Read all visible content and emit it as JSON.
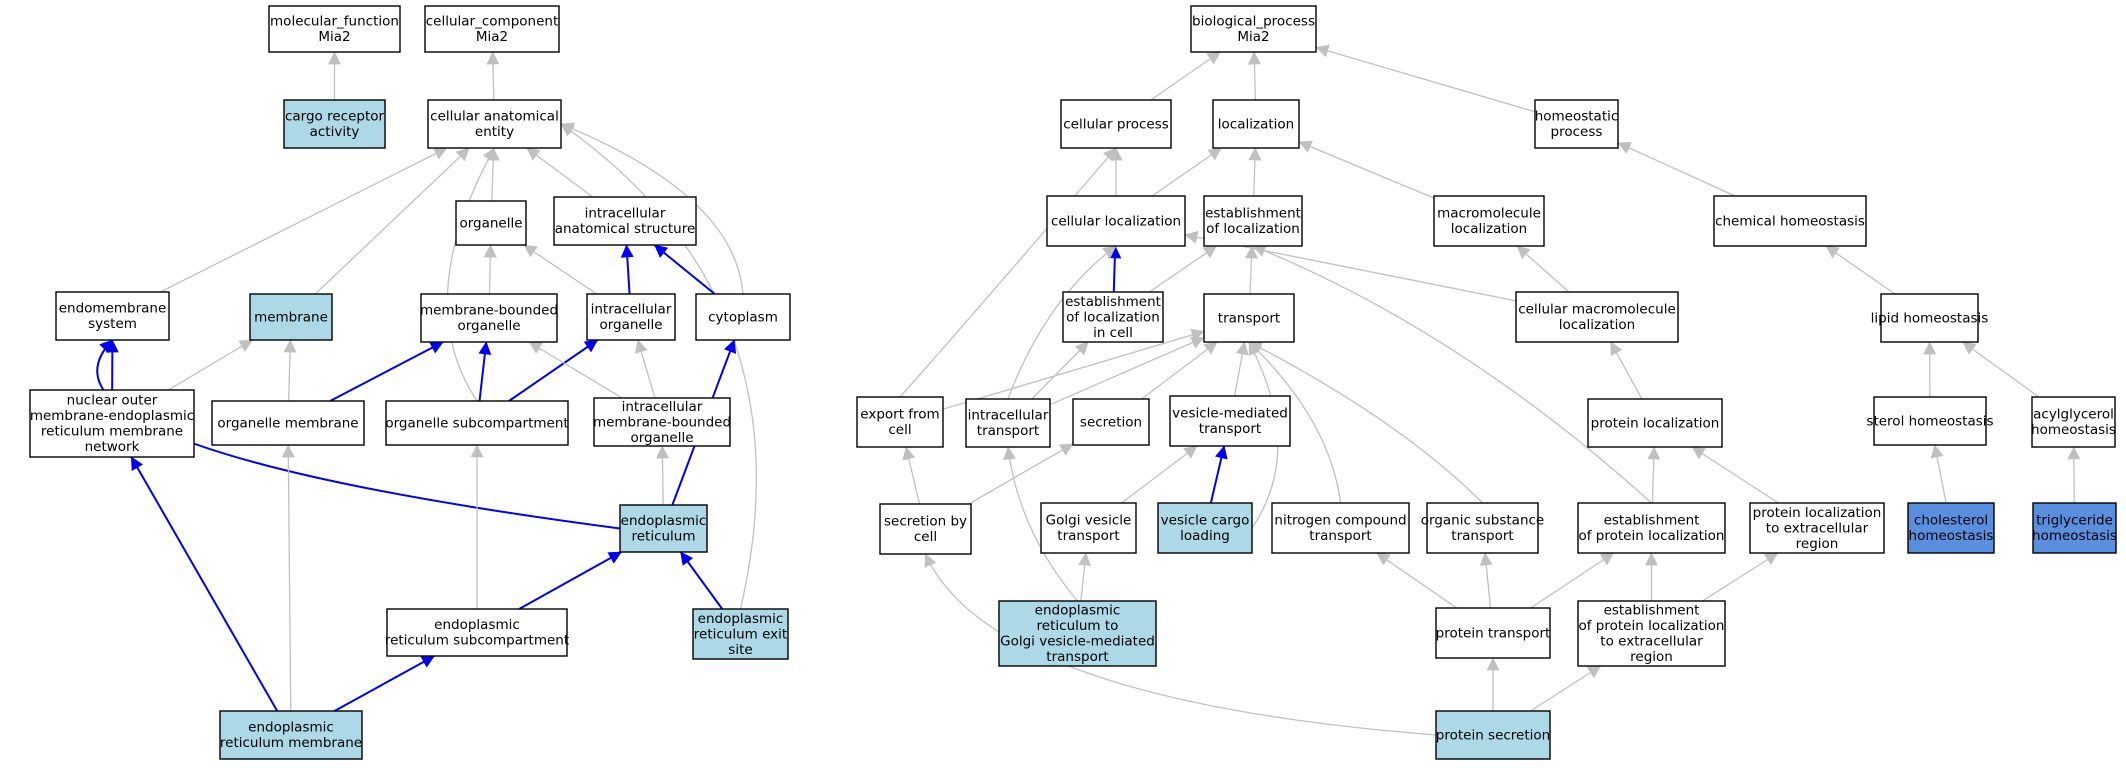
{
  "colors": {
    "plain": "#ffffff",
    "annotated": "#add8e6",
    "highlight": "#5a8fe0",
    "edge_is_a": "#c0c0c0",
    "edge_part_of": "#0000ee"
  },
  "nodes": [
    {
      "id": "mf",
      "lines": [
        "molecular_function",
        "Mia2"
      ],
      "style": "plain"
    },
    {
      "id": "cc",
      "lines": [
        "cellular_component",
        "Mia2"
      ],
      "style": "plain"
    },
    {
      "id": "cra",
      "lines": [
        "cargo receptor",
        "activity"
      ],
      "style": "annotated"
    },
    {
      "id": "cae",
      "lines": [
        "cellular anatomical",
        "entity"
      ],
      "style": "plain"
    },
    {
      "id": "organelle",
      "lines": [
        "organelle"
      ],
      "style": "plain"
    },
    {
      "id": "ias",
      "lines": [
        "intracellular",
        "anatomical structure"
      ],
      "style": "plain"
    },
    {
      "id": "ems",
      "lines": [
        "endomembrane",
        "system"
      ],
      "style": "plain"
    },
    {
      "id": "membrane",
      "lines": [
        "membrane"
      ],
      "style": "annotated"
    },
    {
      "id": "mbo",
      "lines": [
        "membrane-bounded",
        "organelle"
      ],
      "style": "plain"
    },
    {
      "id": "io",
      "lines": [
        "intracellular",
        "organelle"
      ],
      "style": "plain"
    },
    {
      "id": "cytoplasm",
      "lines": [
        "cytoplasm"
      ],
      "style": "plain"
    },
    {
      "id": "nom",
      "lines": [
        "nuclear outer",
        "membrane-endoplasmic",
        "reticulum membrane",
        "network"
      ],
      "style": "plain"
    },
    {
      "id": "om",
      "lines": [
        "organelle membrane"
      ],
      "style": "plain"
    },
    {
      "id": "osc",
      "lines": [
        "organelle subcompartment"
      ],
      "style": "plain"
    },
    {
      "id": "imbo",
      "lines": [
        "intracellular",
        "membrane-bounded",
        "organelle"
      ],
      "style": "plain"
    },
    {
      "id": "er",
      "lines": [
        "endoplasmic",
        "reticulum"
      ],
      "style": "annotated"
    },
    {
      "id": "ersc",
      "lines": [
        "endoplasmic",
        "reticulum subcompartment"
      ],
      "style": "plain"
    },
    {
      "id": "eres",
      "lines": [
        "endoplasmic",
        "reticulum exit",
        "site"
      ],
      "style": "annotated"
    },
    {
      "id": "erm",
      "lines": [
        "endoplasmic",
        "reticulum membrane"
      ],
      "style": "annotated"
    },
    {
      "id": "bp",
      "lines": [
        "biological_process",
        "Mia2"
      ],
      "style": "plain"
    },
    {
      "id": "cp",
      "lines": [
        "cellular process"
      ],
      "style": "plain"
    },
    {
      "id": "loc",
      "lines": [
        "localization"
      ],
      "style": "plain"
    },
    {
      "id": "hp",
      "lines": [
        "homeostatic",
        "process"
      ],
      "style": "plain"
    },
    {
      "id": "cl",
      "lines": [
        "cellular localization"
      ],
      "style": "plain"
    },
    {
      "id": "eol",
      "lines": [
        "establishment",
        "of localization"
      ],
      "style": "plain"
    },
    {
      "id": "ml",
      "lines": [
        "macromolecule",
        "localization"
      ],
      "style": "plain"
    },
    {
      "id": "ch",
      "lines": [
        "chemical homeostasis"
      ],
      "style": "plain"
    },
    {
      "id": "elc",
      "lines": [
        "establishment",
        "of localization",
        "in cell"
      ],
      "style": "plain"
    },
    {
      "id": "transport",
      "lines": [
        "transport"
      ],
      "style": "plain"
    },
    {
      "id": "cml",
      "lines": [
        "cellular macromolecule",
        "localization"
      ],
      "style": "plain"
    },
    {
      "id": "lh",
      "lines": [
        "lipid homeostasis"
      ],
      "style": "plain"
    },
    {
      "id": "efc",
      "lines": [
        "export from",
        "cell"
      ],
      "style": "plain"
    },
    {
      "id": "it",
      "lines": [
        "intracellular",
        "transport"
      ],
      "style": "plain"
    },
    {
      "id": "sec",
      "lines": [
        "secretion"
      ],
      "style": "plain"
    },
    {
      "id": "vmt",
      "lines": [
        "vesicle-mediated",
        "transport"
      ],
      "style": "plain"
    },
    {
      "id": "pl",
      "lines": [
        "protein localization"
      ],
      "style": "plain"
    },
    {
      "id": "sh",
      "lines": [
        "sterol homeostasis"
      ],
      "style": "plain"
    },
    {
      "id": "ah",
      "lines": [
        "acylglycerol",
        "homeostasis"
      ],
      "style": "plain"
    },
    {
      "id": "sbc",
      "lines": [
        "secretion by",
        "cell"
      ],
      "style": "plain"
    },
    {
      "id": "gvt",
      "lines": [
        "Golgi vesicle",
        "transport"
      ],
      "style": "plain"
    },
    {
      "id": "vcl",
      "lines": [
        "vesicle cargo",
        "loading"
      ],
      "style": "annotated"
    },
    {
      "id": "nct",
      "lines": [
        "nitrogen compound",
        "transport"
      ],
      "style": "plain"
    },
    {
      "id": "ost",
      "lines": [
        "organic substance",
        "transport"
      ],
      "style": "plain"
    },
    {
      "id": "epl",
      "lines": [
        "establishment",
        "of protein localization"
      ],
      "style": "plain"
    },
    {
      "id": "plec",
      "lines": [
        "protein localization",
        "to extracellular",
        "region"
      ],
      "style": "plain"
    },
    {
      "id": "chh",
      "lines": [
        "cholesterol",
        "homeostasis"
      ],
      "style": "highlight"
    },
    {
      "id": "tgh",
      "lines": [
        "triglyceride",
        "homeostasis"
      ],
      "style": "highlight"
    },
    {
      "id": "ergt",
      "lines": [
        "endoplasmic",
        "reticulum to",
        "Golgi vesicle-mediated",
        "transport"
      ],
      "style": "annotated"
    },
    {
      "id": "pt",
      "lines": [
        "protein transport"
      ],
      "style": "plain"
    },
    {
      "id": "eplec",
      "lines": [
        "establishment",
        "of protein localization",
        "to extracellular",
        "region"
      ],
      "style": "plain"
    },
    {
      "id": "ps",
      "lines": [
        "protein secretion"
      ],
      "style": "annotated"
    }
  ],
  "edges": [
    {
      "from": "cra",
      "to": "mf",
      "type": "is_a"
    },
    {
      "from": "cae",
      "to": "cc",
      "type": "is_a"
    },
    {
      "from": "organelle",
      "to": "cae",
      "type": "is_a"
    },
    {
      "from": "ias",
      "to": "cae",
      "type": "is_a"
    },
    {
      "from": "ems",
      "to": "cae",
      "type": "is_a"
    },
    {
      "from": "membrane",
      "to": "cae",
      "type": "is_a"
    },
    {
      "from": "cytoplasm",
      "to": "cae",
      "type": "is_a"
    },
    {
      "from": "osc",
      "to": "cae",
      "type": "is_a"
    },
    {
      "from": "eres",
      "to": "cae",
      "type": "is_a"
    },
    {
      "from": "mbo",
      "to": "organelle",
      "type": "is_a"
    },
    {
      "from": "io",
      "to": "organelle",
      "type": "is_a"
    },
    {
      "from": "io",
      "to": "ias",
      "type": "part_of"
    },
    {
      "from": "cytoplasm",
      "to": "ias",
      "type": "part_of"
    },
    {
      "from": "nom",
      "to": "ems",
      "type": "part_of"
    },
    {
      "from": "nom",
      "to": "membrane",
      "type": "is_a"
    },
    {
      "from": "om",
      "to": "membrane",
      "type": "is_a"
    },
    {
      "from": "om",
      "to": "mbo",
      "type": "part_of"
    },
    {
      "from": "osc",
      "to": "mbo",
      "type": "part_of"
    },
    {
      "from": "osc",
      "to": "io",
      "type": "part_of"
    },
    {
      "from": "imbo",
      "to": "mbo",
      "type": "is_a"
    },
    {
      "from": "imbo",
      "to": "io",
      "type": "is_a"
    },
    {
      "from": "er",
      "to": "imbo",
      "type": "is_a"
    },
    {
      "from": "er",
      "to": "cytoplasm",
      "type": "part_of"
    },
    {
      "from": "er",
      "to": "ems",
      "type": "part_of"
    },
    {
      "from": "ersc",
      "to": "osc",
      "type": "is_a"
    },
    {
      "from": "ersc",
      "to": "er",
      "type": "part_of"
    },
    {
      "from": "eres",
      "to": "er",
      "type": "part_of"
    },
    {
      "from": "erm",
      "to": "om",
      "type": "is_a"
    },
    {
      "from": "erm",
      "to": "ersc",
      "type": "part_of"
    },
    {
      "from": "erm",
      "to": "nom",
      "type": "part_of"
    },
    {
      "from": "cp",
      "to": "bp",
      "type": "is_a"
    },
    {
      "from": "loc",
      "to": "bp",
      "type": "is_a"
    },
    {
      "from": "hp",
      "to": "bp",
      "type": "is_a"
    },
    {
      "from": "cl",
      "to": "cp",
      "type": "is_a"
    },
    {
      "from": "cl",
      "to": "loc",
      "type": "is_a"
    },
    {
      "from": "eol",
      "to": "loc",
      "type": "is_a"
    },
    {
      "from": "ml",
      "to": "loc",
      "type": "is_a"
    },
    {
      "from": "ch",
      "to": "hp",
      "type": "is_a"
    },
    {
      "from": "elc",
      "to": "cl",
      "type": "part_of"
    },
    {
      "from": "elc",
      "to": "eol",
      "type": "is_a"
    },
    {
      "from": "transport",
      "to": "eol",
      "type": "is_a"
    },
    {
      "from": "cml",
      "to": "ml",
      "type": "is_a"
    },
    {
      "from": "cml",
      "to": "cl",
      "type": "is_a"
    },
    {
      "from": "lh",
      "to": "ch",
      "type": "is_a"
    },
    {
      "from": "efc",
      "to": "cp",
      "type": "is_a"
    },
    {
      "from": "efc",
      "to": "transport",
      "type": "is_a"
    },
    {
      "from": "it",
      "to": "cl",
      "type": "is_a"
    },
    {
      "from": "it",
      "to": "elc",
      "type": "is_a"
    },
    {
      "from": "it",
      "to": "transport",
      "type": "is_a"
    },
    {
      "from": "sec",
      "to": "transport",
      "type": "is_a"
    },
    {
      "from": "vmt",
      "to": "transport",
      "type": "is_a"
    },
    {
      "from": "pl",
      "to": "cml",
      "type": "is_a"
    },
    {
      "from": "sh",
      "to": "lh",
      "type": "is_a"
    },
    {
      "from": "ah",
      "to": "lh",
      "type": "is_a"
    },
    {
      "from": "sbc",
      "to": "efc",
      "type": "is_a"
    },
    {
      "from": "sbc",
      "to": "sec",
      "type": "is_a"
    },
    {
      "from": "gvt",
      "to": "vmt",
      "type": "is_a"
    },
    {
      "from": "vcl",
      "to": "vmt",
      "type": "part_of"
    },
    {
      "from": "vcl",
      "to": "transport",
      "type": "is_a"
    },
    {
      "from": "nct",
      "to": "transport",
      "type": "is_a"
    },
    {
      "from": "ost",
      "to": "transport",
      "type": "is_a"
    },
    {
      "from": "epl",
      "to": "pl",
      "type": "is_a"
    },
    {
      "from": "epl",
      "to": "eol",
      "type": "is_a"
    },
    {
      "from": "plec",
      "to": "pl",
      "type": "is_a"
    },
    {
      "from": "chh",
      "to": "sh",
      "type": "is_a"
    },
    {
      "from": "tgh",
      "to": "ah",
      "type": "is_a"
    },
    {
      "from": "ergt",
      "to": "gvt",
      "type": "is_a"
    },
    {
      "from": "ergt",
      "to": "it",
      "type": "is_a"
    },
    {
      "from": "pt",
      "to": "nct",
      "type": "is_a"
    },
    {
      "from": "pt",
      "to": "ost",
      "type": "is_a"
    },
    {
      "from": "pt",
      "to": "epl",
      "type": "is_a"
    },
    {
      "from": "eplec",
      "to": "epl",
      "type": "is_a"
    },
    {
      "from": "eplec",
      "to": "plec",
      "type": "is_a"
    },
    {
      "from": "ps",
      "to": "pt",
      "type": "is_a"
    },
    {
      "from": "ps",
      "to": "eplec",
      "type": "is_a"
    },
    {
      "from": "ps",
      "to": "sbc",
      "type": "is_a"
    }
  ]
}
